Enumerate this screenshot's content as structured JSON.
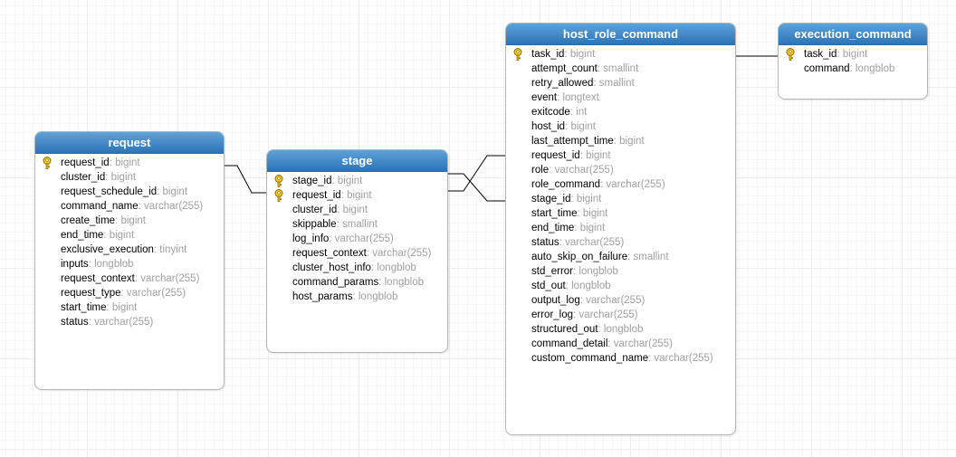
{
  "diagram": {
    "colors": {
      "header": "#2c74b7",
      "type_text": "#a0a0a0",
      "grid": "#ececec",
      "line": "#000000"
    },
    "entities": [
      {
        "id": "request",
        "title": "request",
        "fields": [
          {
            "name": "request_id",
            "type": ": bigint",
            "pk": true
          },
          {
            "name": "cluster_id",
            "type": ": bigint"
          },
          {
            "name": "request_schedule_id",
            "type": ": bigint"
          },
          {
            "name": "command_name",
            "type": ": varchar(255)"
          },
          {
            "name": "create_time",
            "type": ": bigint"
          },
          {
            "name": "end_time",
            "type": ": bigint"
          },
          {
            "name": "exclusive_execution",
            "type": ": tinyint"
          },
          {
            "name": "inputs",
            "type": ": longblob"
          },
          {
            "name": "request_context",
            "type": ": varchar(255)"
          },
          {
            "name": "request_type",
            "type": ": varchar(255)"
          },
          {
            "name": "start_time",
            "type": ": bigint"
          },
          {
            "name": "status",
            "type": ": varchar(255)"
          }
        ]
      },
      {
        "id": "stage",
        "title": "stage",
        "fields": [
          {
            "name": "stage_id",
            "type": ": bigint",
            "pk": true
          },
          {
            "name": "request_id",
            "type": ": bigint",
            "pk": true
          },
          {
            "name": "cluster_id",
            "type": ": bigint"
          },
          {
            "name": "skippable",
            "type": ": smallint"
          },
          {
            "name": "log_info",
            "type": ": varchar(255)"
          },
          {
            "name": "request_context",
            "type": ": varchar(255)"
          },
          {
            "name": "cluster_host_info",
            "type": ": longblob"
          },
          {
            "name": "command_params",
            "type": ": longblob"
          },
          {
            "name": "host_params",
            "type": ": longblob"
          }
        ]
      },
      {
        "id": "host_role_command",
        "title": "host_role_command",
        "fields": [
          {
            "name": "task_id",
            "type": ": bigint",
            "pk": true
          },
          {
            "name": "attempt_count",
            "type": ": smallint"
          },
          {
            "name": "retry_allowed",
            "type": ": smallint"
          },
          {
            "name": "event",
            "type": ": longtext"
          },
          {
            "name": "exitcode",
            "type": ": int"
          },
          {
            "name": "host_id",
            "type": ": bigint"
          },
          {
            "name": "last_attempt_time",
            "type": ": bigint"
          },
          {
            "name": "request_id",
            "type": ": bigint"
          },
          {
            "name": "role",
            "type": ": varchar(255)"
          },
          {
            "name": "role_command",
            "type": ": varchar(255)"
          },
          {
            "name": "stage_id",
            "type": ": bigint"
          },
          {
            "name": "start_time",
            "type": ": bigint"
          },
          {
            "name": "end_time",
            "type": ": bigint"
          },
          {
            "name": "status",
            "type": ": varchar(255)"
          },
          {
            "name": "auto_skip_on_failure",
            "type": ": smallint"
          },
          {
            "name": "std_error",
            "type": ": longblob"
          },
          {
            "name": "std_out",
            "type": ": longblob"
          },
          {
            "name": "output_log",
            "type": ": varchar(255)"
          },
          {
            "name": "error_log",
            "type": ": varchar(255)"
          },
          {
            "name": "structured_out",
            "type": ": longblob"
          },
          {
            "name": "command_detail",
            "type": ": varchar(255)"
          },
          {
            "name": "custom_command_name",
            "type": ": varchar(255)"
          }
        ]
      },
      {
        "id": "execution_command",
        "title": "execution_command",
        "fields": [
          {
            "name": "task_id",
            "type": ": bigint",
            "pk": true
          },
          {
            "name": "command",
            "type": ": longblob"
          }
        ]
      }
    ],
    "relations": [
      {
        "from": "request",
        "to": "stage"
      },
      {
        "from": "stage",
        "to": "host_role_command"
      },
      {
        "from": "stage",
        "to": "host_role_command"
      },
      {
        "from": "host_role_command",
        "to": "execution_command"
      }
    ]
  }
}
